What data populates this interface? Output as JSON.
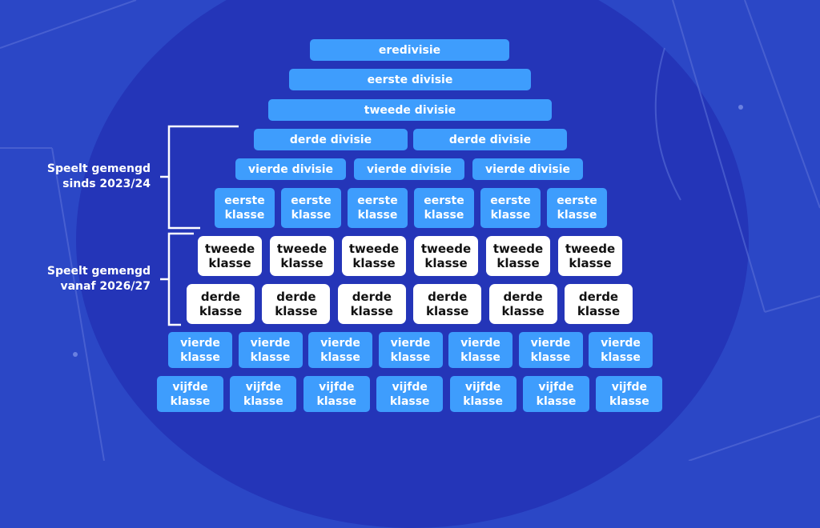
{
  "tiers": [
    {
      "style": "blue",
      "labels": [
        "eredivisie"
      ]
    },
    {
      "style": "blue",
      "labels": [
        "eerste divisie"
      ]
    },
    {
      "style": "blue",
      "labels": [
        "tweede divisie"
      ]
    },
    {
      "style": "blue",
      "labels": [
        "derde divisie",
        "derde divisie"
      ]
    },
    {
      "style": "blue",
      "labels": [
        "vierde divisie",
        "vierde divisie",
        "vierde divisie"
      ]
    },
    {
      "style": "blue",
      "labels": [
        "eerste\nklasse",
        "eerste\nklasse",
        "eerste\nklasse",
        "eerste\nklasse",
        "eerste\nklasse",
        "eerste\nklasse"
      ]
    },
    {
      "style": "white",
      "labels": [
        "tweede\nklasse",
        "tweede\nklasse",
        "tweede\nklasse",
        "tweede\nklasse",
        "tweede\nklasse",
        "tweede\nklasse"
      ]
    },
    {
      "style": "white",
      "labels": [
        "derde\nklasse",
        "derde\nklasse",
        "derde\nklasse",
        "derde\nklasse",
        "derde\nklasse",
        "derde\nklasse"
      ]
    },
    {
      "style": "blue",
      "labels": [
        "vierde\nklasse",
        "vierde\nklasse",
        "vierde\nklasse",
        "vierde\nklasse",
        "vierde\nklasse",
        "vierde\nklasse",
        "vierde\nklasse"
      ]
    },
    {
      "style": "blue",
      "labels": [
        "vijfde\nklasse",
        "vijfde\nklasse",
        "vijfde\nklasse",
        "vijfde\nklasse",
        "vijfde\nklasse",
        "vijfde\nklasse",
        "vijfde\nklasse"
      ]
    }
  ],
  "groups": [
    {
      "label": "Speelt gemengd\nsinds 2023/24"
    },
    {
      "label": "Speelt gemengd\nvanaf 2026/27"
    }
  ],
  "colors": {
    "background": "#2b47c6",
    "box_blue": "#3e9dfd",
    "box_white": "#ffffff"
  }
}
